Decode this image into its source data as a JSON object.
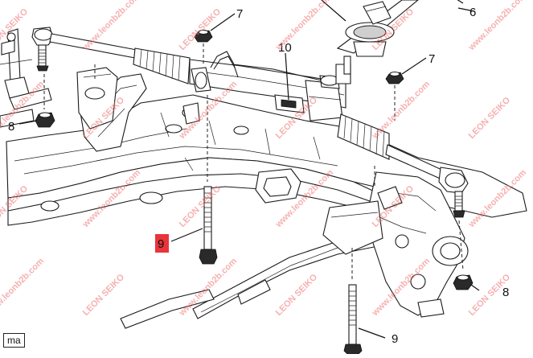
{
  "diagram": {
    "callouts": {
      "c6": "6",
      "c7a": "7",
      "c7b": "7",
      "c8a": "8",
      "c8b": "8",
      "c9a": "9",
      "c9b": "9",
      "c10": "10"
    },
    "highlight_color": "#e8343a",
    "corner_tag": "ma",
    "watermark": {
      "url_text": "www.leonb2b.com",
      "brand_text": "LEON SEIKO",
      "color": "#f07070"
    }
  }
}
